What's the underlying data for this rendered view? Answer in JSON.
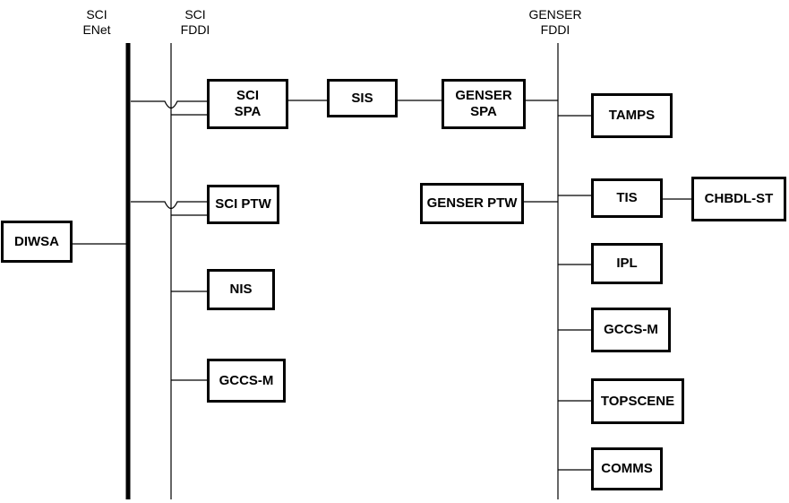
{
  "buses": {
    "sci_enet": "SCI\nENet",
    "sci_fddi": "SCI\nFDDI",
    "genser_fddi": "GENSER\nFDDI"
  },
  "nodes": {
    "sci_spa": "SCI\nSPA",
    "sis": "SIS",
    "genser_spa": "GENSER\nSPA",
    "tamps": "TAMPS",
    "diwsa": "DIWSA",
    "sci_ptw": "SCI PTW",
    "genser_ptw": "GENSER PTW",
    "tis": "TIS",
    "chbdl_st": "CHBDL-ST",
    "nis": "NIS",
    "ipl": "IPL",
    "gccs_m_sci": "GCCS-M",
    "gccs_m_genser": "GCCS-M",
    "topscene": "TOPSCENE",
    "comms": "COMMS"
  }
}
